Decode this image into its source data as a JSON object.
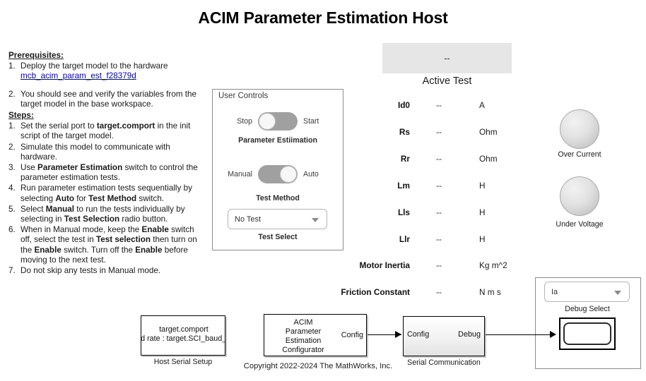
{
  "page": {
    "title": "ACIM Parameter Estimation Host",
    "copyright": "Copyright 2022-2024 The MathWorks, Inc."
  },
  "instructions": {
    "prerequisites_heading": "Prerequisites:",
    "prerequisites": [
      {
        "num": "1.",
        "text": "Deploy the target model to the hardware",
        "link": "mcb_acim_param_est_f28379d"
      },
      {
        "num": "2.",
        "text": "You should see and verify the variables from the target model in the base workspace."
      }
    ],
    "steps_heading": "Steps:",
    "steps": [
      {
        "num": "1.",
        "pre": "Set the serial port to ",
        "bold": "target.comport",
        "post": " in the init script of the target model."
      },
      {
        "num": "2.",
        "pre": "Simulate this model to communicate with hardware.",
        "bold": "",
        "post": ""
      },
      {
        "num": "3.",
        "pre": "Use ",
        "bold": "Parameter Estimation",
        "post": " switch to control the parameter estimation tests."
      },
      {
        "num": "4.",
        "pre": "Run parameter estimation tests sequentially by selecting ",
        "bold": "Auto",
        "post": " for ",
        "bold2": "Test Method",
        "post2": " switch."
      },
      {
        "num": "5.",
        "pre": "Select ",
        "bold": "Manual",
        "post": " to run the tests individually by selecting in ",
        "bold2": "Test Selection",
        "post2": " radio button."
      },
      {
        "num": "6.",
        "pre": "When in Manual mode, keep the ",
        "bold": "Enable",
        "post": " switch off, select the test in ",
        "bold2": "Test selection",
        "post2": " then turn on the ",
        "bold3": "Enable",
        "post3": " switch. Turn off the ",
        "bold4": "Enable",
        "post4": " before moving to the next test."
      },
      {
        "num": "7.",
        "pre": "Do not skip any tests in Manual mode.",
        "bold": "",
        "post": ""
      }
    ]
  },
  "user_controls": {
    "panel_title": "User Controls",
    "param_estimation": {
      "left_label": "Stop",
      "right_label": "Start",
      "caption": "Parameter Estiimation",
      "state": "off"
    },
    "test_method": {
      "left_label": "Manual",
      "right_label": "Auto",
      "caption": "Test Method",
      "state": "on"
    },
    "test_select": {
      "value": "No Test",
      "caption": "Test Select"
    }
  },
  "active_test": {
    "value": "--",
    "label": "Active Test"
  },
  "parameters": [
    {
      "name": "Id0",
      "value": "--",
      "unit": "A"
    },
    {
      "name": "Rs",
      "value": "--",
      "unit": "Ohm"
    },
    {
      "name": "Rr",
      "value": "--",
      "unit": "Ohm"
    },
    {
      "name": "Lm",
      "value": "--",
      "unit": "H"
    },
    {
      "name": "Lls",
      "value": "--",
      "unit": "H"
    },
    {
      "name": "Llr",
      "value": "--",
      "unit": "H"
    },
    {
      "name": "Motor Inertia",
      "value": "--",
      "unit": "Kg m^2"
    },
    {
      "name": "Friction Constant",
      "value": "--",
      "unit": "N m s"
    }
  ],
  "lamps": [
    {
      "label": "Over Current",
      "state": "off",
      "color": "#d9d9d9"
    },
    {
      "label": "Under Voltage",
      "state": "off",
      "color": "#d9d9d9"
    }
  ],
  "debug": {
    "select_value": "Ia",
    "caption": "Debug Select"
  },
  "blocks": {
    "host_serial_setup": {
      "line1": "target.comport",
      "line2": "baud rate : target.SCI_baud_rate",
      "caption": "Host Serial Setup"
    },
    "configurator": {
      "line1": "ACIM",
      "line2": "Parameter",
      "line3": "Estimation",
      "line4": "Configurator",
      "out_port": "Config",
      "caption": ""
    },
    "serial_communication": {
      "in_port": "Config",
      "out_port": "Debug",
      "caption": "Serial Communication"
    }
  }
}
